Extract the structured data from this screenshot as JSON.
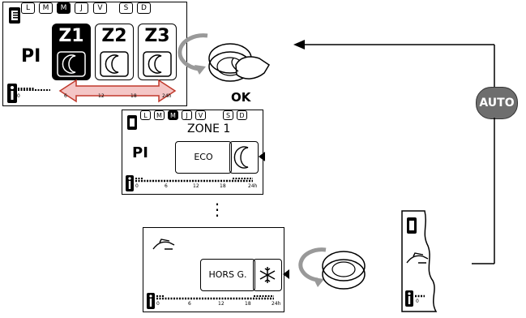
{
  "days": [
    "L",
    "M",
    "M",
    "J",
    "V",
    "S",
    "D"
  ],
  "active_day_index": 2,
  "mode_label": "PI",
  "zones": [
    "Z1",
    "Z2",
    "Z3"
  ],
  "hour_ticks": [
    "0",
    "6",
    "12",
    "18",
    "24h"
  ],
  "ok_label": "OK",
  "auto_label": "AUTO",
  "screen2": {
    "title": "ZONE 1",
    "mode_button": "ECO"
  },
  "screen3": {
    "mode_button": "HORS G."
  },
  "ellipsis": "⋮",
  "colors": {
    "arrow_fill": "#f4c6c6",
    "arrow_stroke": "#c0392b",
    "auto_bg": "#6e6e6e"
  }
}
